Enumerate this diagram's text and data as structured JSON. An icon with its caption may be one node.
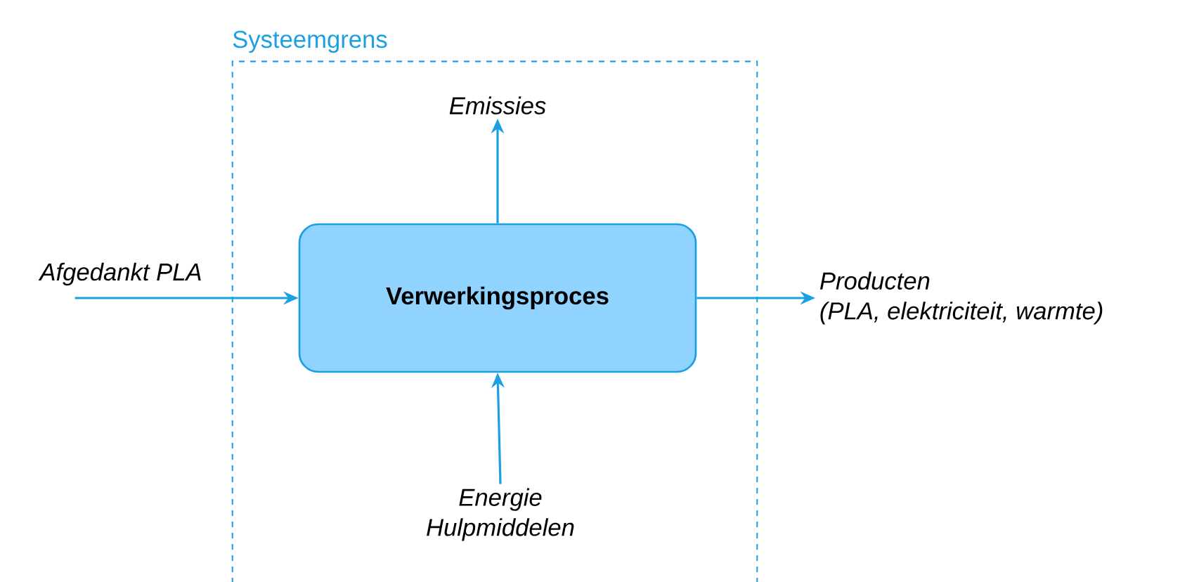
{
  "diagram": {
    "nodes": [
      {
        "text": [
          "Systeemgrens"
        ]
      },
      {
        "text": [
          "Verwerkingsproces"
        ],
        "in": 0
      },
      {
        "text": [
          "Emissies"
        ],
        "in": 0
      },
      {
        "text": [
          "Afgedankt PLA"
        ]
      },
      {
        "text": [
          "Producten",
          "(PLA, elektriciteit, warmte)"
        ]
      },
      {
        "text": [
          "Energie",
          "Hulpmiddelen"
        ],
        "in": 0
      }
    ],
    "edges": [
      {
        "from": 3,
        "to": 1,
        "arrow": "to"
      },
      {
        "from": 1,
        "to": 4,
        "arrow": "to"
      },
      {
        "from": 1,
        "to": 2,
        "arrow": "to"
      },
      {
        "from": 5,
        "to": 1,
        "arrow": "to"
      }
    ]
  }
}
